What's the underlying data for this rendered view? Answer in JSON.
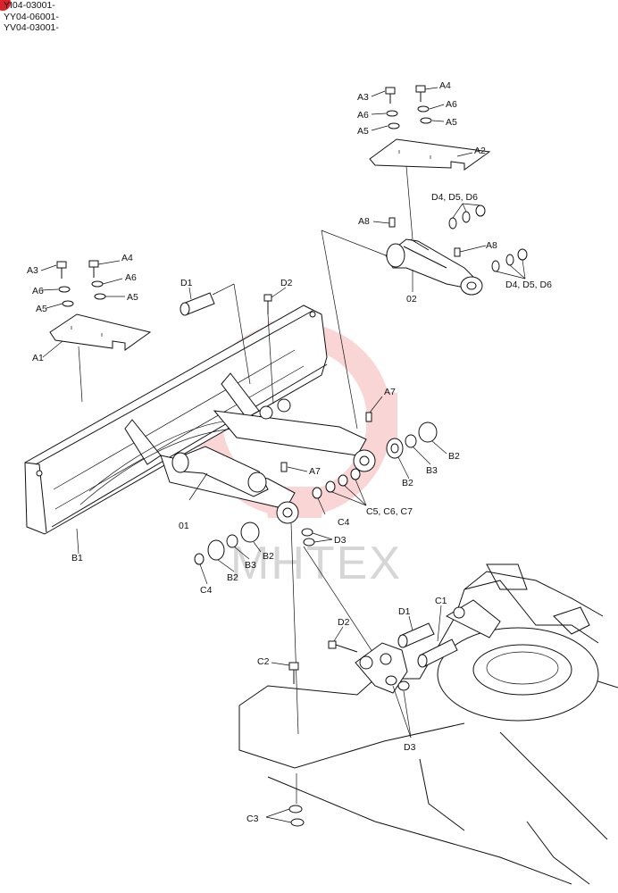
{
  "serial_numbers": [
    "YI04-03001-",
    "YY04-06001-",
    "YV04-03001-"
  ],
  "watermark": {
    "text": "MHTEX",
    "color": "#f4b6b6"
  },
  "callouts": {
    "A3_r": "A3",
    "A4_r": "A4",
    "A6a_r": "A6",
    "A6b_r": "A6",
    "A5a_r": "A5",
    "A5b_r": "A5",
    "A2": "A2",
    "D456_r": "D4, D5, D6",
    "A8_l": "A8",
    "A8_r": "A8",
    "D456_b": "D4, D5, D6",
    "P02": "02",
    "A3_l": "A3",
    "A4_l": "A4",
    "A6a_l": "A6",
    "A6b_l": "A6",
    "A5a_l": "A5",
    "A5b_l": "A5",
    "A1": "A1",
    "D1_t": "D1",
    "D2_t": "D2",
    "A7_r": "A7",
    "A7_m": "A7",
    "B2_r": "B2",
    "B3_r": "B3",
    "B2_m": "B2",
    "C4_m": "C4",
    "C567": "C5, C6, C7",
    "P01": "01",
    "D3_m": "D3",
    "B1": "B1",
    "B2_l": "B2",
    "B3_l": "B3",
    "B2_l2": "B2",
    "C4_l": "C4",
    "D2_b": "D2",
    "D1_b": "D1",
    "C1": "C1",
    "C2": "C2",
    "D3_b": "D3",
    "C3": "C3"
  }
}
